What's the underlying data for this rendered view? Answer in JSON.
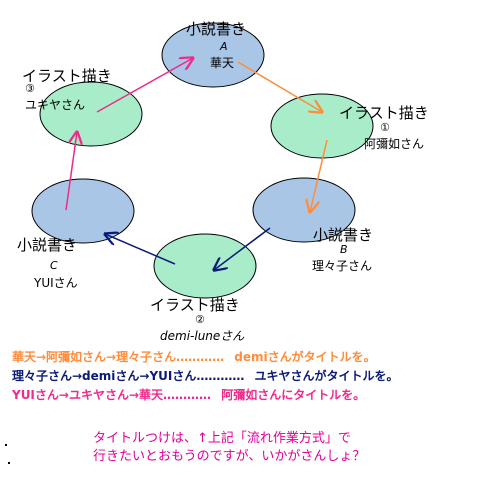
{
  "colors": {
    "fill_blue": "#a9c6e6",
    "fill_green": "#a9ecc9",
    "orange": "#ff8c3a",
    "navy": "#0a1a78",
    "magenta": "#ef2a8c",
    "note_pink": "#e0009a"
  },
  "nodes": [
    {
      "id": "A",
      "role": "小説書き",
      "mark": "A",
      "person": "華天"
    },
    {
      "id": "1",
      "role": "イラスト描き",
      "mark": "①",
      "person": "阿彌如さん"
    },
    {
      "id": "B",
      "role": "小説書き",
      "mark": "B",
      "person": "理々子さん"
    },
    {
      "id": "2",
      "role": "イラスト描き",
      "mark": "②",
      "person": "demi-luneさん"
    },
    {
      "id": "C",
      "role": "小説書き",
      "mark": "C",
      "person": "YUIさん"
    },
    {
      "id": "3",
      "role": "イラスト描き",
      "mark": "③",
      "person": "ユキヤさん"
    }
  ],
  "flows": [
    {
      "sequence": "華天→阿彌如さん→理々子さん………… ",
      "result": "demiさんがタイトルを。",
      "color": "#ff8c3a"
    },
    {
      "sequence": "理々子さん→demiさん→YUIさん………… ",
      "result": "ユキヤさんがタイトルを。",
      "color": "#0a1a78"
    },
    {
      "sequence": "YUIさん→ユキヤさん→華天………… ",
      "result": "阿彌如さんにタイトルを。",
      "color": "#ef2a8c"
    }
  ],
  "note": {
    "line1": "タイトルつけは、↑上記「流れ作業方式」で",
    "line2": "行きたいとおもうのですが、いかがさんしょ？"
  }
}
